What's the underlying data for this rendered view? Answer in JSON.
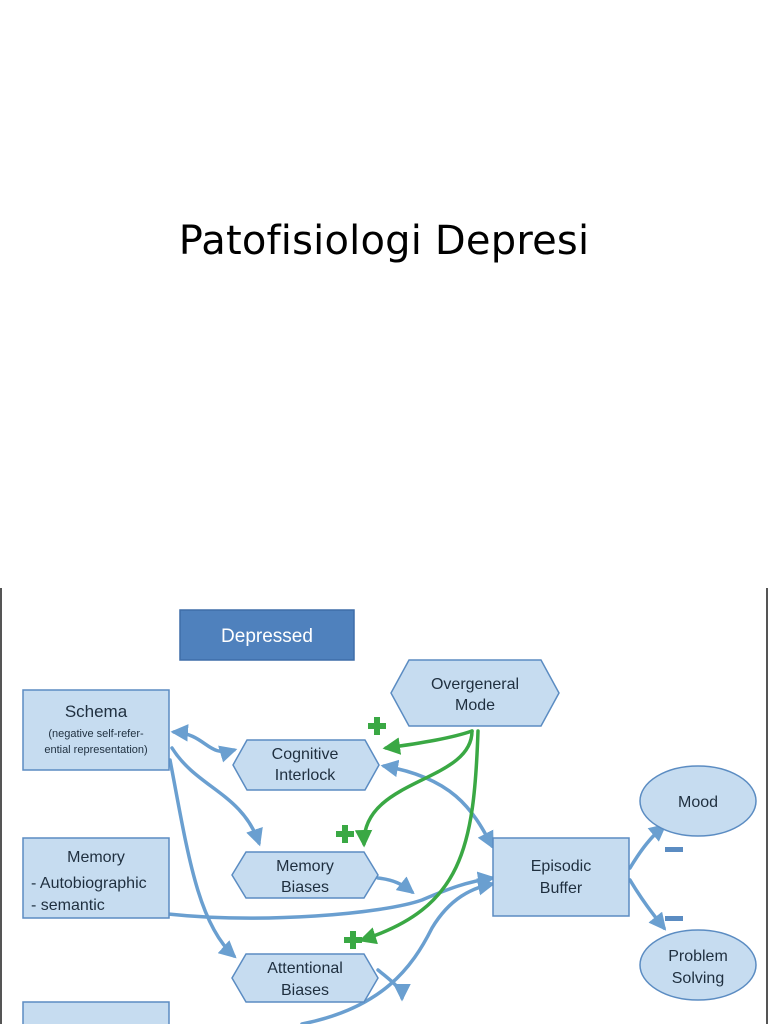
{
  "slide": {
    "title": "Patofisiologi Depresi"
  },
  "diagram": {
    "header": "Depressed",
    "nodes": {
      "schema": {
        "line1": "Schema",
        "line2": "(negative self-refer-",
        "line3": "ential representation)"
      },
      "memory": {
        "line1": "Memory",
        "line2": "- Autobiographic",
        "line3": "- semantic"
      },
      "overgeneral": {
        "line1": "Overgeneral",
        "line2": "Mode"
      },
      "cognitive": {
        "line1": "Cognitive",
        "line2": "Interlock"
      },
      "memory_biases": {
        "line1": "Memory",
        "line2": "Biases"
      },
      "attentional": {
        "line1": "Attentional",
        "line2": "Biases"
      },
      "episodic": {
        "line1": "Episodic",
        "line2": "Buffer"
      },
      "mood": {
        "line1": "Mood"
      },
      "problem": {
        "line1": "Problem",
        "line2": "Solving"
      }
    },
    "colors": {
      "box_fill": "#c6dcf0",
      "box_stroke": "#5b8cc2",
      "header_fill": "#4f81bd",
      "arrow_blue": "#6a9fd0",
      "arrow_green": "#3aa844",
      "minus": "#5b8cc2"
    }
  }
}
